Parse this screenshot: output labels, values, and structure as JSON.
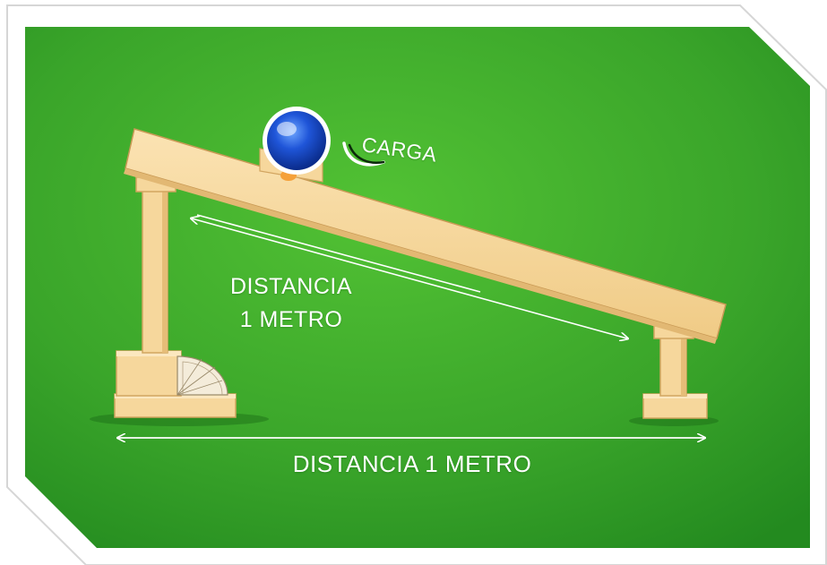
{
  "labels": {
    "load": "CARGA",
    "slope_distance_line1": "DISTANCIA",
    "slope_distance_line2": "1 METRO",
    "base_distance": "DISTANCIA 1 METRO"
  },
  "colors": {
    "background_green": "#3fb02c",
    "wood": "#f6d79c",
    "wood_shadow": "#e2b873",
    "ball_blue": "#1f55d8",
    "frame_white": "#ffffff"
  },
  "icons": {
    "load": "ball-icon",
    "curved_pointer": "curved-arrow-icon",
    "angle_tool": "protractor-icon"
  }
}
